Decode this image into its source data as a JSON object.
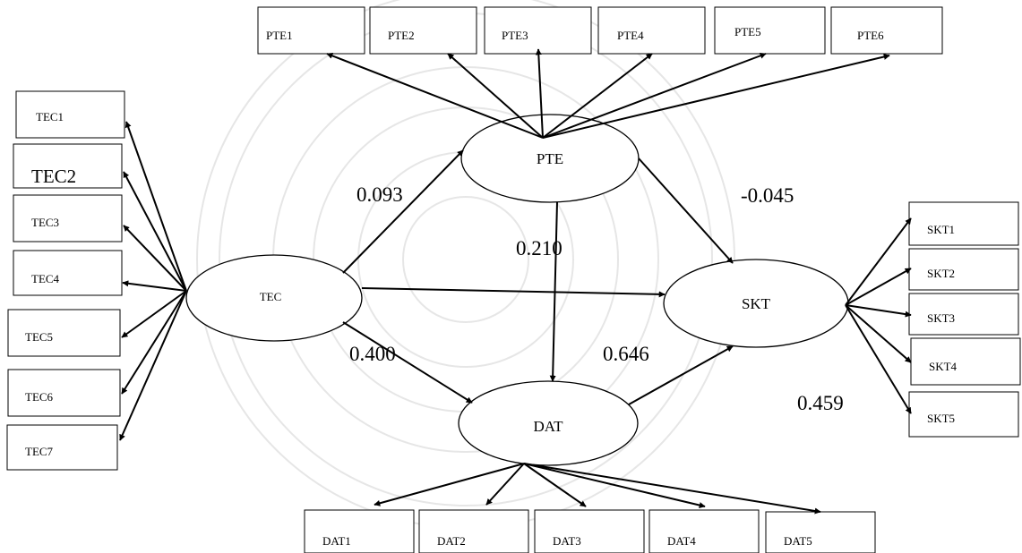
{
  "constructs": {
    "pte": "PTE",
    "tec": "TEC",
    "dat": "DAT",
    "skt": "SKT"
  },
  "indicators": {
    "pte": [
      "PTE1",
      "PTE2",
      "PTE3",
      "PTE4",
      "PTE5",
      "PTE6"
    ],
    "tec": [
      "TEC1",
      "TEC2",
      "TEC3",
      "TEC4",
      "TEC5",
      "TEC6",
      "TEC7"
    ],
    "dat": [
      "DAT1",
      "DAT2",
      "DAT3",
      "DAT4",
      "DAT5"
    ],
    "skt": [
      "SKT1",
      "SKT2",
      "SKT3",
      "SKT4",
      "SKT5"
    ]
  },
  "coefficients": {
    "tec_pte": "0.093",
    "pte_dat": "0.210",
    "pte_skt": "-0.045",
    "tec_dat": "0.400",
    "dat_skt": "0.646",
    "tec_skt": "0.459"
  }
}
